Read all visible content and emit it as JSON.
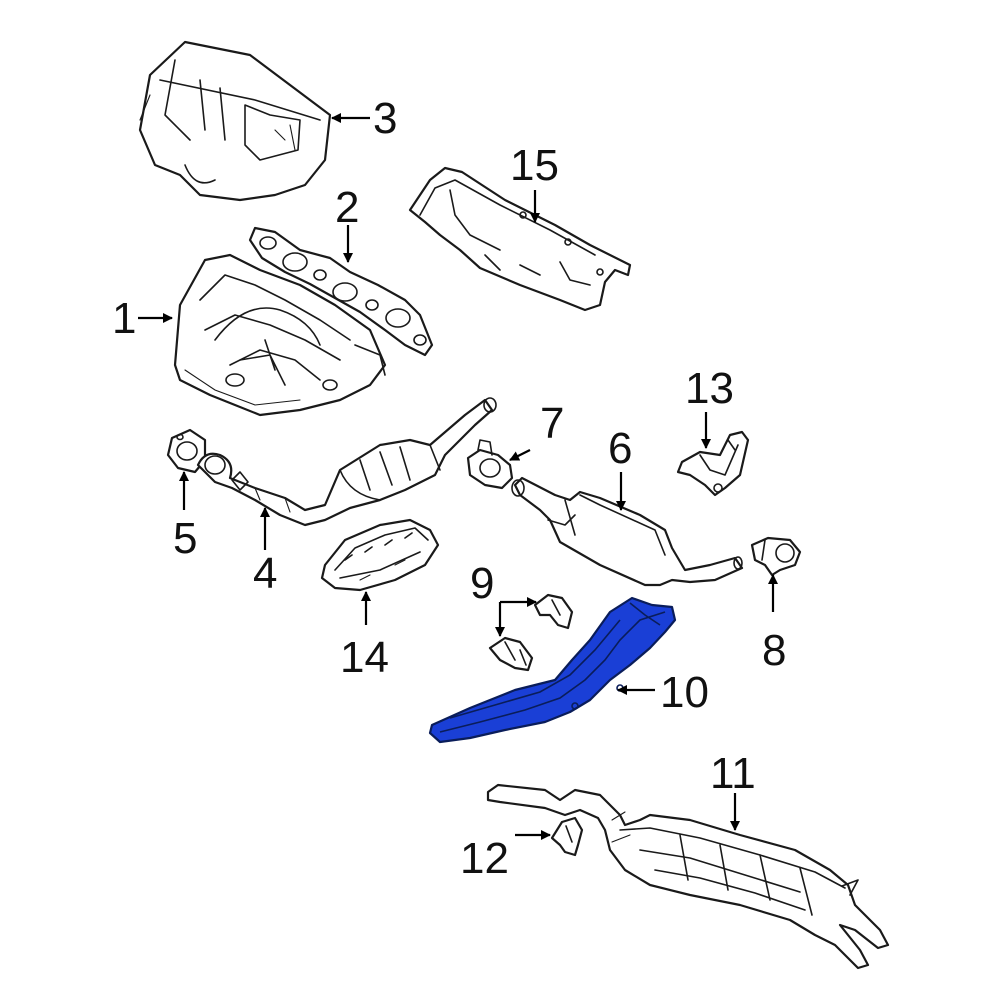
{
  "diagram": {
    "highlight_color": "#1a3fd6",
    "callouts": [
      {
        "id": "1",
        "label": "1"
      },
      {
        "id": "2",
        "label": "2"
      },
      {
        "id": "3",
        "label": "3"
      },
      {
        "id": "4",
        "label": "4"
      },
      {
        "id": "5",
        "label": "5"
      },
      {
        "id": "6",
        "label": "6"
      },
      {
        "id": "7",
        "label": "7"
      },
      {
        "id": "8",
        "label": "8"
      },
      {
        "id": "9",
        "label": "9"
      },
      {
        "id": "10",
        "label": "10"
      },
      {
        "id": "11",
        "label": "11"
      },
      {
        "id": "12",
        "label": "12"
      },
      {
        "id": "13",
        "label": "13"
      },
      {
        "id": "14",
        "label": "14"
      },
      {
        "id": "15",
        "label": "15"
      }
    ]
  }
}
